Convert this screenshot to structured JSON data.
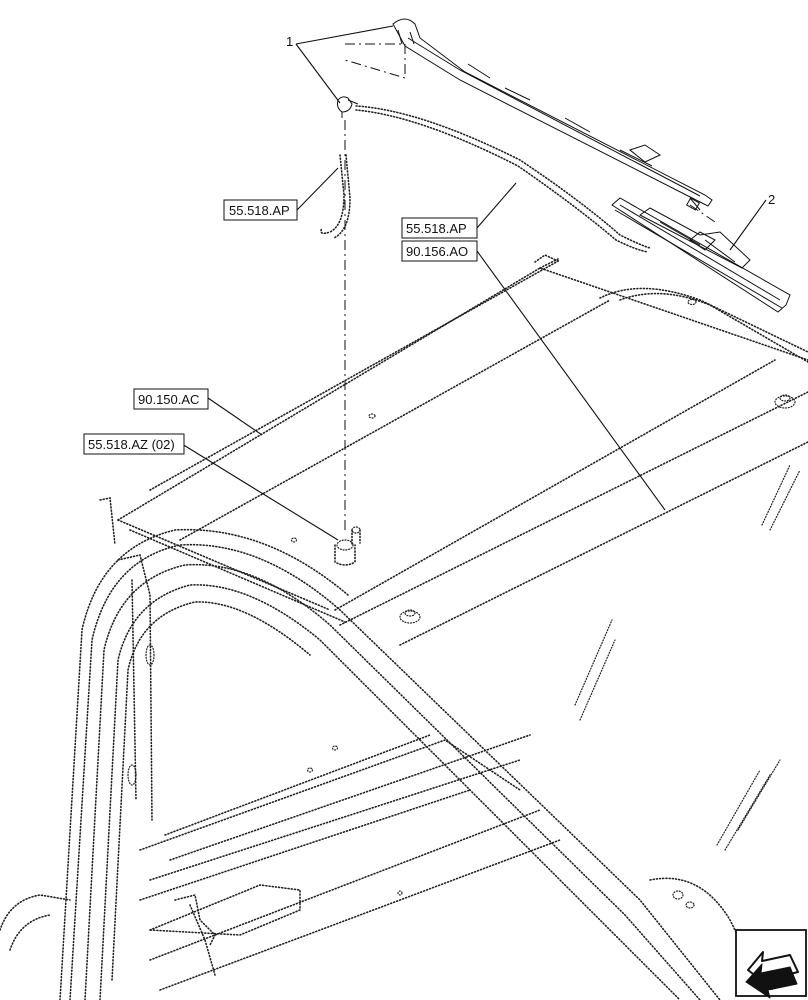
{
  "callouts": {
    "item_1": "1",
    "item_2": "2"
  },
  "references": {
    "ref_washer_hose_left": "55.518.AP",
    "ref_washer_hose_right": "55.518.AP",
    "ref_roof_panel": "90.156.AO",
    "ref_cab_frame": "90.150.AC",
    "ref_nozzle": "55.518.AZ (02)"
  },
  "nav": {
    "icon": "return-arrow-icon"
  }
}
